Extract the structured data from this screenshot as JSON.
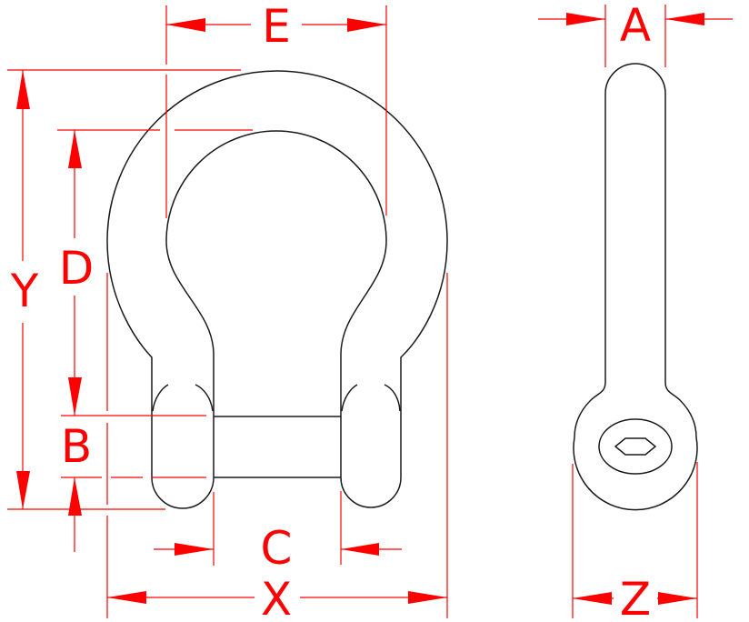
{
  "drawing": {
    "subject": "Bow shackle technical dimension drawing",
    "line_color": "#1a1a1a",
    "dimension_color": "#ff0000",
    "views": [
      "front-view",
      "side-view"
    ]
  },
  "dimensions": {
    "E": "E",
    "Y": "Y",
    "D": "D",
    "B": "B",
    "C": "C",
    "X": "X",
    "A": "A",
    "Z": "Z"
  }
}
